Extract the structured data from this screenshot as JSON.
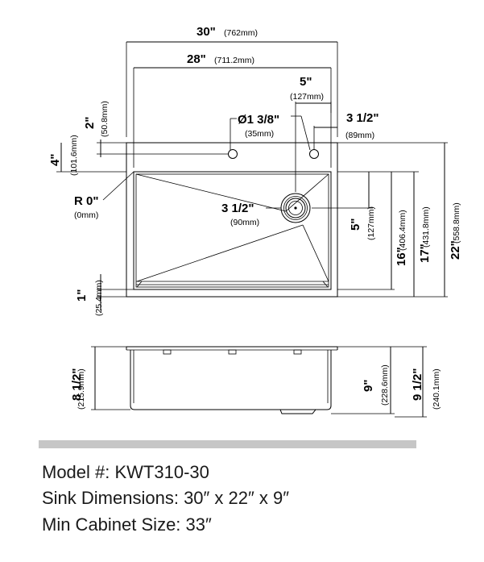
{
  "dimensions": {
    "overall_width": {
      "in": "30\"",
      "mm": "(762mm)"
    },
    "bowl_width": {
      "in": "28\"",
      "mm": "(711.2mm)"
    },
    "drain_offset_top": {
      "in": "5\"",
      "mm": "(127mm)"
    },
    "faucet_hole_dia": {
      "in": "Ø1 3/8\"",
      "mm": "(35mm)"
    },
    "hole_side_offset": {
      "in": "3 1/2\"",
      "mm": "(89mm)"
    },
    "hole_from_back": {
      "in": "2\"",
      "mm": "(50.8mm)"
    },
    "deck_depth": {
      "in": "4\"",
      "mm": "(101.6mm)"
    },
    "corner_radius": {
      "in": "R 0\"",
      "mm": "(0mm)"
    },
    "drain_dia": {
      "in": "3 1/2\"",
      "mm": "(90mm)"
    },
    "drain_offset_side": {
      "in": "5\"",
      "mm": "(127mm)"
    },
    "bowl_depth_16": {
      "in": "16\"",
      "mm": "(406.4mm)"
    },
    "depth_17": {
      "in": "17\"",
      "mm": "(431.8mm)"
    },
    "overall_depth": {
      "in": "22\"",
      "mm": "(558.8mm)"
    },
    "front_ledge": {
      "in": "1\"",
      "mm": "(25.4mm)"
    },
    "bowl_height": {
      "in": "8 1/2\"",
      "mm": "(215.9mm)"
    },
    "sink_height": {
      "in": "9\"",
      "mm": "(228.6mm)"
    },
    "total_height": {
      "in": "9 1/2\"",
      "mm": "(240.1mm)"
    }
  },
  "specs": {
    "model": "Model #: KWT310-30",
    "sink_dimensions": "Sink Dimensions: 30″ x 22″ x 9″",
    "min_cabinet": "Min Cabinet Size: 33″"
  }
}
